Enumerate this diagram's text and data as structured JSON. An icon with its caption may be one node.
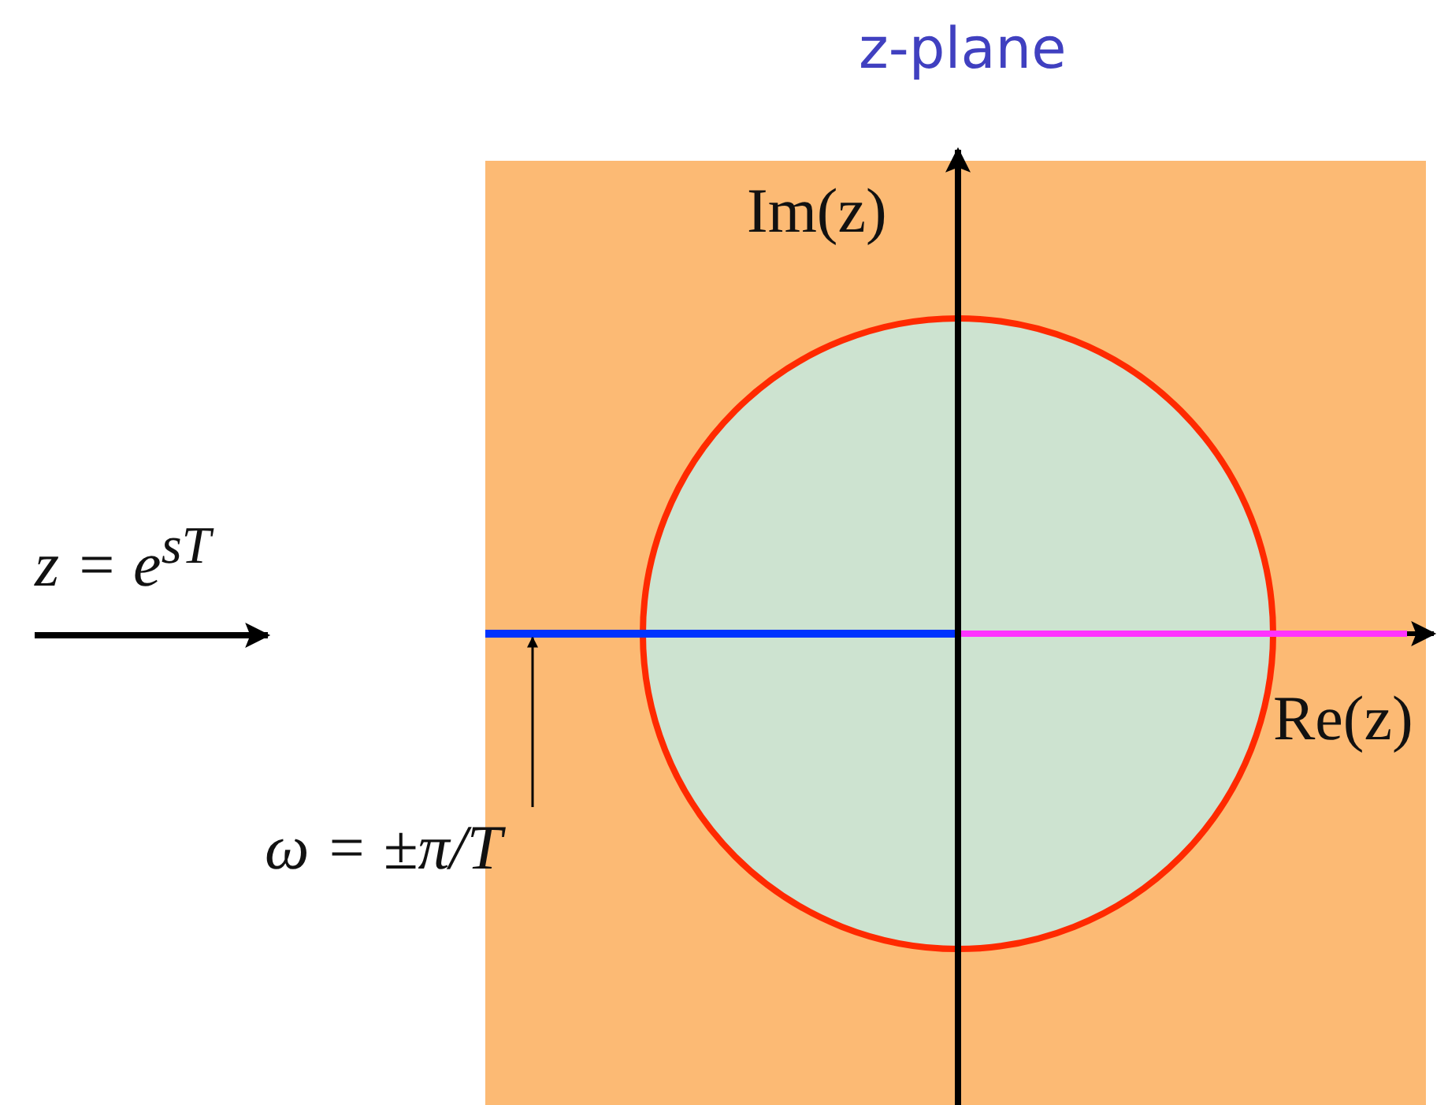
{
  "diagram": {
    "title": "z-plane",
    "nodes": [
      {
        "text": [
          "ω = ±π/T"
        ]
      },
      {
        "text": [],
        "shape": "bar"
      }
    ],
    "edges": [
      {
        "from": 0,
        "to": 1,
        "arrow": "to"
      }
    ],
    "labels": [
      "Im(z)",
      "z = e$^{sT}$",
      "Re(z)"
    ]
  }
}
